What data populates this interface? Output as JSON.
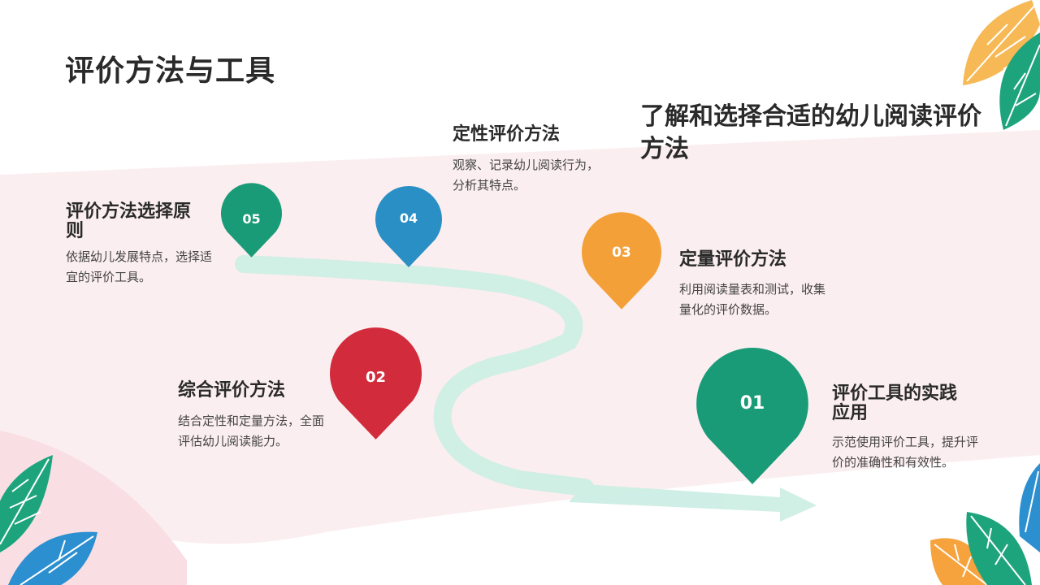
{
  "page": {
    "title": "评价方法与工具",
    "subtitle": "了解和选择合适的幼儿阅读评价方法"
  },
  "steps": [
    {
      "num": "01",
      "title": "评价工具的实践应用",
      "desc": "示范使用评价工具，提升评价的准确性和有效性。",
      "color": "#1a9b77"
    },
    {
      "num": "02",
      "title": "综合评价方法",
      "desc": "结合定性和定量方法，全面评估幼儿阅读能力。",
      "color": "#d22b3b"
    },
    {
      "num": "03",
      "title": "定量评价方法",
      "desc": "利用阅读量表和测试，收集量化的评价数据。",
      "color": "#f4a038"
    },
    {
      "num": "04",
      "title": "定性评价方法",
      "desc": "观察、记录幼儿阅读行为，分析其特点。",
      "color": "#2a8fc5"
    },
    {
      "num": "05",
      "title": "评价方法选择原则",
      "desc": "依据幼儿发展特点，选择适宜的评价工具。",
      "color": "#1a9b77"
    }
  ],
  "colors": {
    "band": "#fbeef0",
    "road": "#cdeee4",
    "leaf_green": "#1ea47c",
    "leaf_orange": "#f6b955",
    "leaf_blue": "#2b8fd0"
  }
}
